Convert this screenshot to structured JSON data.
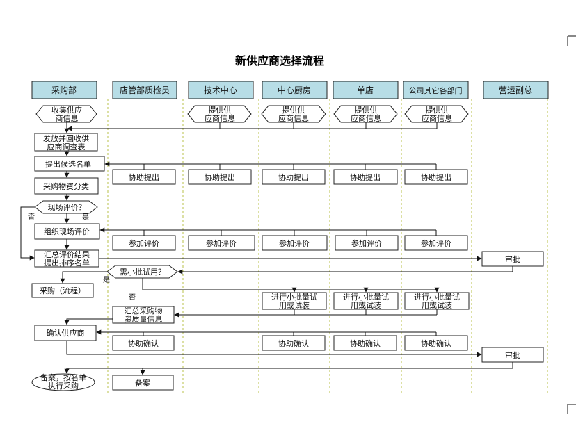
{
  "title": "新供应商选择流程",
  "lanes": [
    "采购部",
    "店管部质检员",
    "技术中心",
    "中心厨房",
    "单店",
    "公司其它各部门",
    "营运副总"
  ],
  "nodes": {
    "collect": [
      "收集供应",
      "商信息"
    ],
    "provide": [
      "提供供",
      "应商信息"
    ],
    "issue": [
      "发放并回收供",
      "应商调查表"
    ],
    "propose": "提出候选名单",
    "assist_propose": "协助提出",
    "classify": "采购物资分类",
    "onsite_q": "现场评价？",
    "organize": "组织现场评价",
    "participate": "参加评价",
    "summary": [
      "汇总评价结果",
      "提出排序名单"
    ],
    "approve": "审批",
    "small_q": "需小批试用？",
    "purchase": "采购（流程）",
    "trial": [
      "进行小批量试",
      "用或试装"
    ],
    "quality": [
      "汇总采购物",
      "资质量信息"
    ],
    "confirm": "确认供应商",
    "assist_confirm": "协助确认",
    "archive_exec": [
      "备案，按名单",
      "执行采购"
    ],
    "archive": "备案"
  },
  "labels": {
    "no": "否",
    "yes": "是"
  }
}
